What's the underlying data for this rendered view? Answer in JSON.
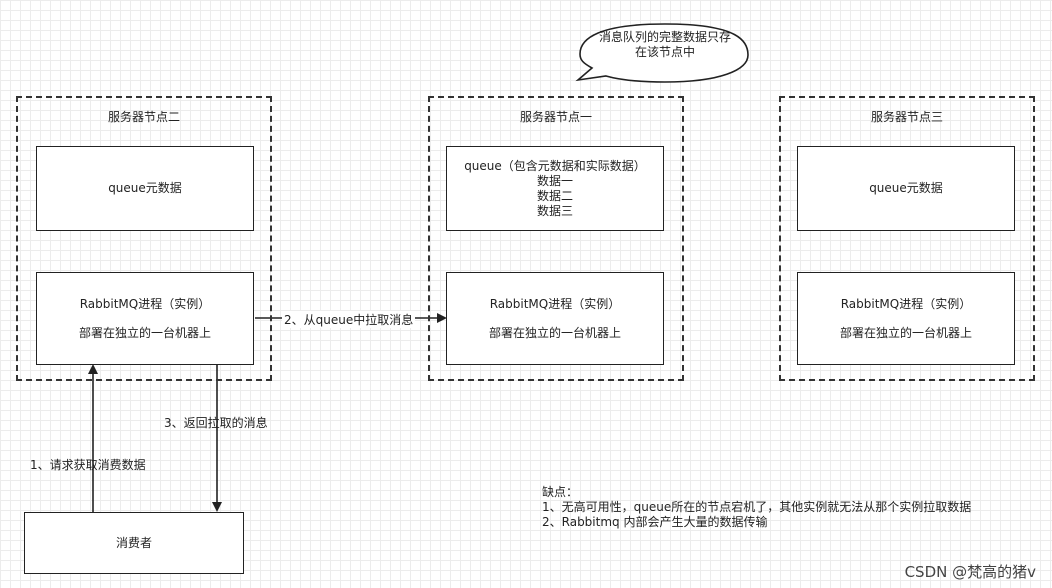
{
  "callout": {
    "line1": "消息队列的完整数据只存",
    "line2": "在该节点中"
  },
  "nodes": {
    "node2": {
      "title": "服务器节点二",
      "meta_text": "queue元数据",
      "rmq_line1": "RabbitMQ进程（实例）",
      "rmq_line2": "部署在独立的一台机器上"
    },
    "node1": {
      "title": "服务器节点一",
      "queue_line1": "queue（包含元数据和实际数据）",
      "queue_line2": "数据一",
      "queue_line3": "数据二",
      "queue_line4": "数据三",
      "rmq_line1": "RabbitMQ进程（实例）",
      "rmq_line2": "部署在独立的一台机器上"
    },
    "node3": {
      "title": "服务器节点三",
      "meta_text": "queue元数据",
      "rmq_line1": "RabbitMQ进程（实例）",
      "rmq_line2": "部署在独立的一台机器上"
    }
  },
  "consumer": {
    "label": "消费者"
  },
  "arrows": {
    "step1": "1、请求获取消费数据",
    "step2": "2、从queue中拉取消息",
    "step3": "3、返回拉取的消息"
  },
  "notes": {
    "heading": "缺点：",
    "item1": "1、无高可用性，queue所在的节点宕机了，其他实例就无法从那个实例拉取数据",
    "item2": "2、Rabbitmq 内部会产生大量的数据传输"
  },
  "watermark": "CSDN @梵高的猪v",
  "colors": {
    "stroke": "#222222",
    "grid": "#ececec",
    "background": "#ffffff"
  }
}
